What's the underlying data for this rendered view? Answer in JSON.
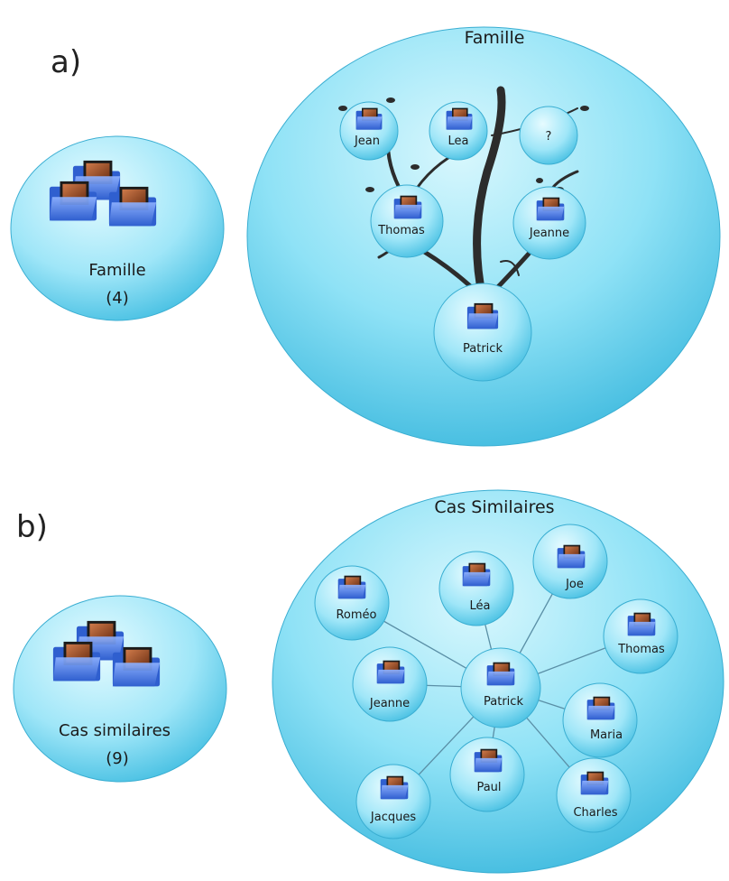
{
  "panel_a": {
    "section_label": "a)",
    "group_name": "Famille",
    "group_count": "(4)",
    "title": "Famille",
    "nodes": [
      {
        "id": "jean",
        "label": "Jean"
      },
      {
        "id": "lea",
        "label": "Lea"
      },
      {
        "id": "unknown",
        "label": "?"
      },
      {
        "id": "thomas",
        "label": "Thomas"
      },
      {
        "id": "jeanne",
        "label": "Jeanne"
      },
      {
        "id": "patrick",
        "label": "Patrick"
      }
    ]
  },
  "panel_b": {
    "section_label": "b)",
    "group_name": "Cas similaires",
    "group_count": "(9)",
    "title": "Cas Similaires",
    "center": "Patrick",
    "nodes": [
      {
        "id": "romeo",
        "label": "Roméo"
      },
      {
        "id": "lea",
        "label": "Léa"
      },
      {
        "id": "joe",
        "label": "Joe"
      },
      {
        "id": "thomas",
        "label": "Thomas"
      },
      {
        "id": "jeanne",
        "label": "Jeanne"
      },
      {
        "id": "maria",
        "label": "Maria"
      },
      {
        "id": "paul",
        "label": "Paul"
      },
      {
        "id": "jacques",
        "label": "Jacques"
      },
      {
        "id": "charles",
        "label": "Charles"
      }
    ]
  },
  "colors": {
    "bubble_light": "#c6f1fb",
    "bubble_mid": "#7fdcf3",
    "bubble_dark": "#38b9dd",
    "folder": "#3b6fd6",
    "tree": "#2c2c2c"
  },
  "icon_names": [
    "folder-stack-icon",
    "person-folder-icon"
  ]
}
